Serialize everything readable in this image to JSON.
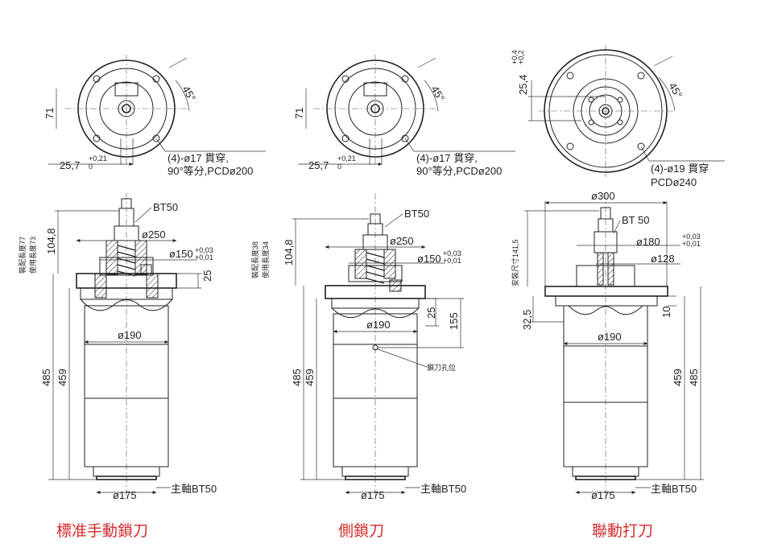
{
  "colors": {
    "line": "#222222",
    "caption": "#d42a2a",
    "background": "#ffffff"
  },
  "variants": [
    {
      "id": "manual",
      "caption": "標准手動鎖刀",
      "top": {
        "angle": "45°",
        "dim_vertical": "71",
        "dim_offset": "25,7",
        "dim_offset_tol": "+0,21",
        "dim_offset_tol_low": "0",
        "holes_line1": "(4)-ø17 貫穿,",
        "holes_line2": "90°等分,PCDø200"
      },
      "side": {
        "tool_label": "BT50",
        "d_flange": "ø250",
        "d_pilot": "ø150",
        "d_pilot_tol_up": "+0,03",
        "d_pilot_tol_low": "+0,01",
        "h_pilot": "25",
        "h_top": "104,8",
        "note_install": "裝配長度77",
        "note_use": "使用長度73",
        "d_body": "ø190",
        "h_total": "485",
        "h_body": "459",
        "d_bottom": "ø175",
        "spindle": "主軸BT50"
      }
    },
    {
      "id": "side",
      "caption": "側鎖刀",
      "top": {
        "angle": "45°",
        "dim_vertical": "71",
        "dim_offset": "25,7",
        "dim_offset_tol": "+0,21",
        "dim_offset_tol_low": "0",
        "holes_line1": "(4)-ø17 貫穿,",
        "holes_line2": "90°等分,PCDø200"
      },
      "side": {
        "tool_label": "BT50",
        "d_flange": "ø250",
        "d_pilot": "ø150",
        "d_pilot_tol_up": "+0,03",
        "d_pilot_tol_low": "+0,01",
        "h_top": "104,8",
        "note_install": "裝配長度38",
        "note_use": "使用長度34",
        "h_pilot": "25",
        "h_mid": "155",
        "d_body": "ø190",
        "lock_hole": "鎖刀孔位",
        "h_total": "485",
        "h_body": "459",
        "d_bottom": "ø175",
        "spindle": "主軸BT50"
      }
    },
    {
      "id": "linked",
      "caption": "聯動打刀",
      "top": {
        "angle": "45°",
        "dim_vertical": "25,4",
        "dim_vertical_tol_up": "+0,4",
        "dim_vertical_tol_low": "+0,2",
        "holes_line1": "(4)-ø19 貫穿",
        "holes_line2": "PCDø240"
      },
      "side": {
        "d_top": "ø300",
        "tool_label": "BT 50",
        "d_flange": "ø180",
        "d_flange_tol_up": "+0,03",
        "d_flange_tol_low": "+0,01",
        "d_inner": "ø128",
        "note_install": "安裝尺寸141,5",
        "h_lower": "32,5",
        "h_pilot": "10",
        "d_body": "ø190",
        "h_body": "459",
        "h_total": "485",
        "d_bottom": "ø175",
        "spindle": "主軸BT50"
      }
    }
  ]
}
